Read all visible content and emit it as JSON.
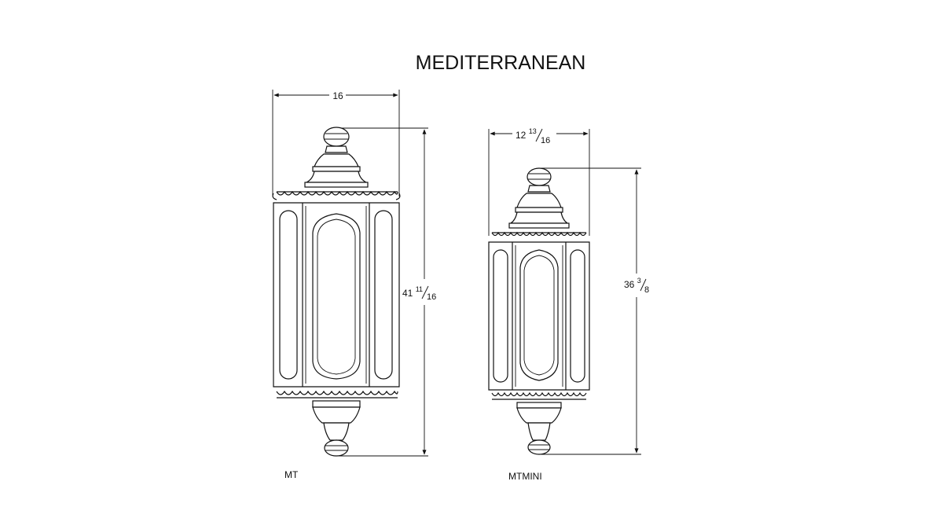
{
  "title": "MEDITERRANEAN",
  "models": [
    {
      "label": "MT",
      "width": {
        "whole": "16",
        "num": "",
        "den": ""
      },
      "height": {
        "whole": "41",
        "num": "11",
        "den": "16"
      }
    },
    {
      "label": "MTMINI",
      "width": {
        "whole": "12",
        "num": "13",
        "den": "16"
      },
      "height": {
        "whole": "36",
        "num": "3",
        "den": "8"
      }
    }
  ]
}
